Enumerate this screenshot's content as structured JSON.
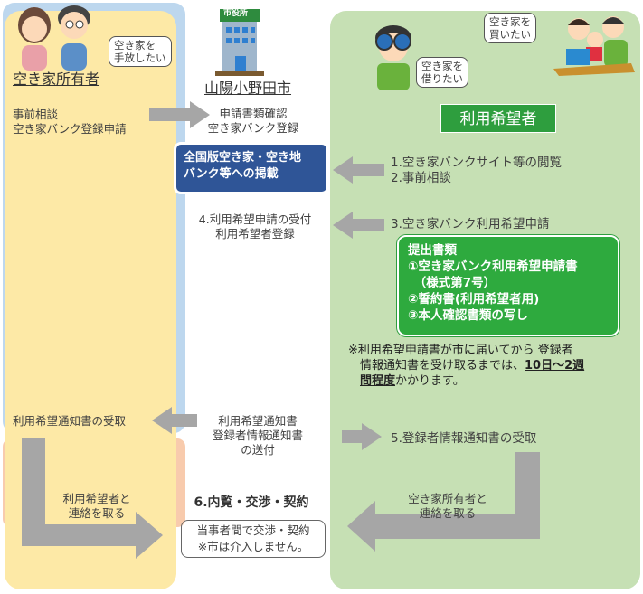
{
  "owner": {
    "title": "空き家所有者",
    "bubble": [
      "空き家を",
      "手放したい"
    ],
    "step_lines": [
      "事前相談",
      "空き家バンク登録申請"
    ],
    "receive": "利用希望通知書の受取",
    "contact": [
      "利用希望者と",
      "連絡を取る"
    ]
  },
  "city": {
    "sign": "市役所",
    "title": "山陽小野田市",
    "step_lines": [
      "申請書類確認",
      "空き家バンク登録"
    ],
    "listing": [
      "全国版空き家・空き地",
      "バンク等への掲載"
    ],
    "step4": [
      "4.利用希望申請の受付",
      "利用希望者登録"
    ],
    "send": [
      "利用希望通知書",
      "登録者情報通知書",
      "の送付"
    ]
  },
  "user": {
    "title": "利用希望者",
    "bubble_rent": [
      "空き家を",
      "借りたい"
    ],
    "bubble_buy": [
      "空き家を",
      "買いたい"
    ],
    "step12": [
      "1.空き家バンクサイト等の閲覧",
      "2.事前相談"
    ],
    "step3": "3.空き家バンク利用希望申請",
    "docs": [
      "提出書類",
      "①空き家バンク利用希望申請書",
      "　（様式第7号）",
      "②誓約書(利用希望者用)",
      "③本人確認書類の写し"
    ],
    "note_pre": "※利用希望申請書が市に届いてから 登録者",
    "note_l2": "情報通知書を受け取るまでは、",
    "note_emph1": "10日～2週",
    "note_emph2": "間程度",
    "note_post": "かかります。",
    "step5": "5.登録者情報通知書の受取",
    "contact": [
      "空き家所有者と",
      "連絡を取る"
    ]
  },
  "final": {
    "title": "6.内覧・交渉・契約",
    "inner": [
      "当事者間で交渉・契約",
      "※市は介入しません。"
    ]
  },
  "colors": {
    "yellow": "#fde9a6",
    "blue": "#bdd7ee",
    "green": "#c6e0b4",
    "peach": "#f8cbad",
    "navy": "#2f5597",
    "arrow": "#a6a6a6"
  }
}
